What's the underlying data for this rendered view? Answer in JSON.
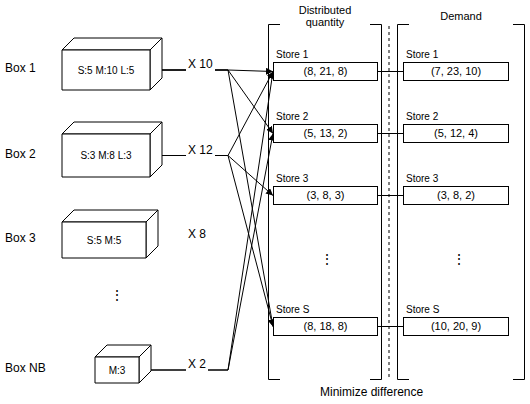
{
  "diagram": {
    "nodes": [
      {
        "text": [
          "Box 1",
          "S:5 M:10 L:5"
        ]
      },
      {
        "text": [
          "Box 2",
          "S:3 M:8 L:3"
        ]
      },
      {
        "text": [
          "Box 3",
          "S:5 M:5"
        ]
      },
      {
        "text": [
          "Box NB",
          "M:3"
        ]
      },
      {
        "text": [
          "Distributed quantity"
        ]
      },
      {
        "text": [
          "Store 1",
          "(8, 21, 8)"
        ],
        "in": 4
      },
      {
        "text": [
          "Store 2",
          "(5, 13, 2)"
        ],
        "in": 4
      },
      {
        "text": [
          "Store 3",
          "(3, 8, 3)"
        ],
        "in": 4
      },
      {
        "text": [
          "Store S",
          "(8, 18, 8)"
        ],
        "in": 4
      },
      {
        "text": [
          "Demand"
        ]
      },
      {
        "text": [
          "Store 1",
          "(7, 23, 10)"
        ],
        "in": 9
      },
      {
        "text": [
          "Store 2",
          "(5, 12, 4)"
        ],
        "in": 9
      },
      {
        "text": [
          "Store 3",
          "(3, 8, 2)"
        ],
        "in": 9
      },
      {
        "text": [
          "Store S",
          "(10, 20, 9)"
        ],
        "in": 9
      }
    ],
    "edges": [
      {
        "from": 0,
        "to": 5,
        "arrow": "to"
      },
      {
        "from": 0,
        "to": 6,
        "arrow": "to"
      },
      {
        "from": 0,
        "to": 8,
        "arrow": "to"
      },
      {
        "from": 1,
        "to": 5,
        "arrow": "to"
      },
      {
        "from": 1,
        "to": 7,
        "arrow": "to"
      },
      {
        "from": 1,
        "to": 8,
        "arrow": "to"
      },
      {
        "from": 3,
        "to": 5,
        "arrow": "to"
      },
      {
        "from": 3,
        "to": 6,
        "arrow": "to"
      },
      {
        "from": 5,
        "to": 10,
        "arrow": "none"
      },
      {
        "from": 6,
        "to": 11,
        "arrow": "none"
      },
      {
        "from": 7,
        "to": 12,
        "arrow": "none"
      },
      {
        "from": 8,
        "to": 13,
        "arrow": "none"
      }
    ],
    "labels": [
      "X 10",
      "X 12",
      "X 8",
      "X 2",
      "⋮",
      "⋮",
      "⋮",
      "Minimize difference"
    ]
  }
}
